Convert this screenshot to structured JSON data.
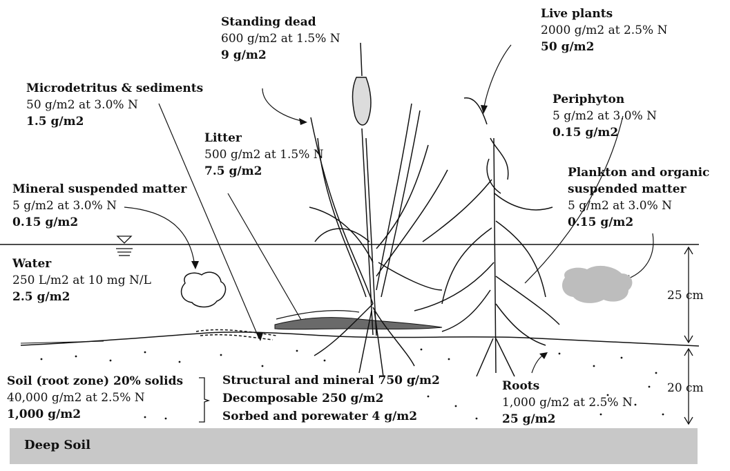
{
  "labels": {
    "standing_dead": {
      "title": "Standing dead",
      "content": "600 g/m2 at 1.5% N",
      "value": "9 g/m2"
    },
    "live_plants": {
      "title": "Live plants",
      "content": "2000 g/m2 at 2.5% N",
      "value": "50 g/m2"
    },
    "microdetritus": {
      "title": "Microdetritus & sediments",
      "content": "50 g/m2 at 3.0% N",
      "value": "1.5 g/m2"
    },
    "periphyton": {
      "title": "Periphyton",
      "content": "5 g/m2 at 3.0% N",
      "value": "0.15 g/m2"
    },
    "litter": {
      "title": "Litter",
      "content": "500 g/m2 at 1.5% N",
      "value": "7.5 g/m2"
    },
    "plankton": {
      "title": "Plankton and organic",
      "title2": "suspended matter",
      "content": "5 g/m2 at 3.0% N",
      "value": "0.15 g/m2"
    },
    "mineral": {
      "title": "Mineral suspended matter",
      "content": "5 g/m2 at 3.0% N",
      "value": "0.15 g/m2"
    },
    "water": {
      "title": "Water",
      "content": "250 L/m2 at 10 mg N/L",
      "value": "2.5 g/m2"
    },
    "soil": {
      "title": "Soil (root zone) 20% solids",
      "content": "40,000 g/m2 at 2.5% N",
      "value": "1,000 g/m2"
    },
    "roots": {
      "title": "Roots",
      "content": "1,000 g/m2 at 2.5% N",
      "value": "25 g/m2"
    }
  },
  "soil_fractions": [
    "Structural and mineral 750 g/m2",
    "Decomposable 250 g/m2",
    "Sorbed and porewater 4 g/m2"
  ],
  "dimensions": {
    "water_depth": "25 cm",
    "root_zone_depth": "20 cm"
  },
  "deep_soil": {
    "title": "Deep Soil"
  },
  "colors": {
    "deep_soil_fill": "#c8c8c8",
    "plankton_fill": "#bdbdbd",
    "litter_fill": "#6a6a6a"
  }
}
